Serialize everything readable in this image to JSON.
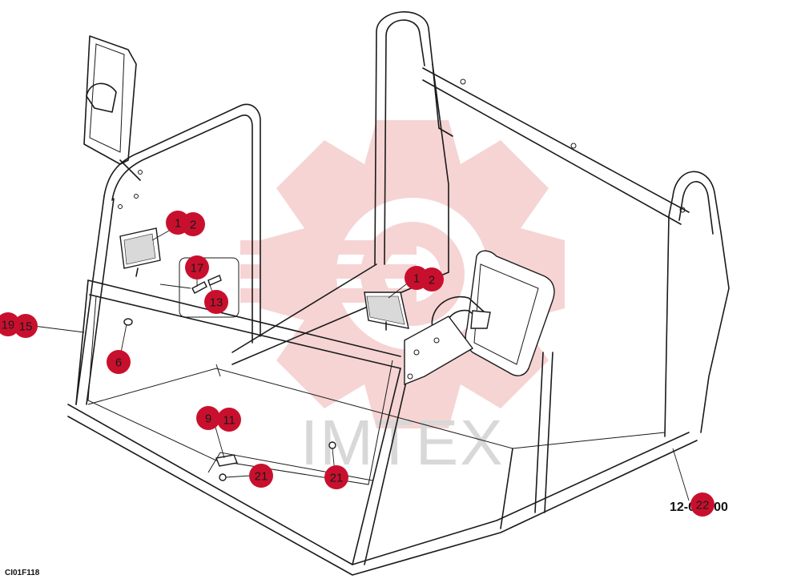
{
  "figure_code": "CI01F118",
  "reference_number": "12-022-00",
  "watermark": {
    "text": "IMTEX",
    "color": "#f3c6c6"
  },
  "accent_color": "#c8102e",
  "callouts": [
    {
      "id": "c-1a",
      "label": "1"
    },
    {
      "id": "c-2a",
      "label": "2"
    },
    {
      "id": "c-1b",
      "label": "1"
    },
    {
      "id": "c-2b",
      "label": "2"
    },
    {
      "id": "c-17",
      "label": "17"
    },
    {
      "id": "c-13",
      "label": "13"
    },
    {
      "id": "c-19",
      "label": "19"
    },
    {
      "id": "c-15",
      "label": "15"
    },
    {
      "id": "c-6",
      "label": "6"
    },
    {
      "id": "c-9",
      "label": "9"
    },
    {
      "id": "c-11",
      "label": "11"
    },
    {
      "id": "c-21a",
      "label": "21"
    },
    {
      "id": "c-21b",
      "label": "21"
    },
    {
      "id": "c-22",
      "label": "22"
    }
  ]
}
